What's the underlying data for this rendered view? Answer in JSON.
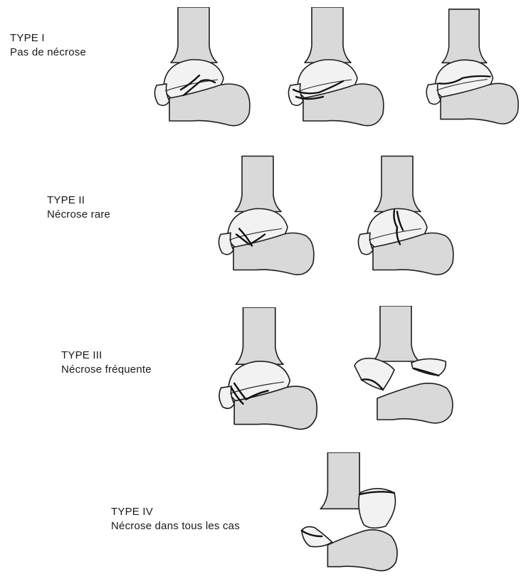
{
  "types": [
    {
      "id": "I",
      "title": "TYPE I",
      "subtitle": "Pas de nécrose"
    },
    {
      "id": "II",
      "title": "TYPE II",
      "subtitle": "Nécrose rare"
    },
    {
      "id": "III",
      "title": "TYPE III",
      "subtitle": "Nécrose fréquente"
    },
    {
      "id": "IV",
      "title": "TYPE IV",
      "subtitle": "Nécrose dans tous les cas"
    }
  ],
  "colors": {
    "bone": "#d9d9d9",
    "outline": "#1e1e1e",
    "fracture": "#111111"
  }
}
